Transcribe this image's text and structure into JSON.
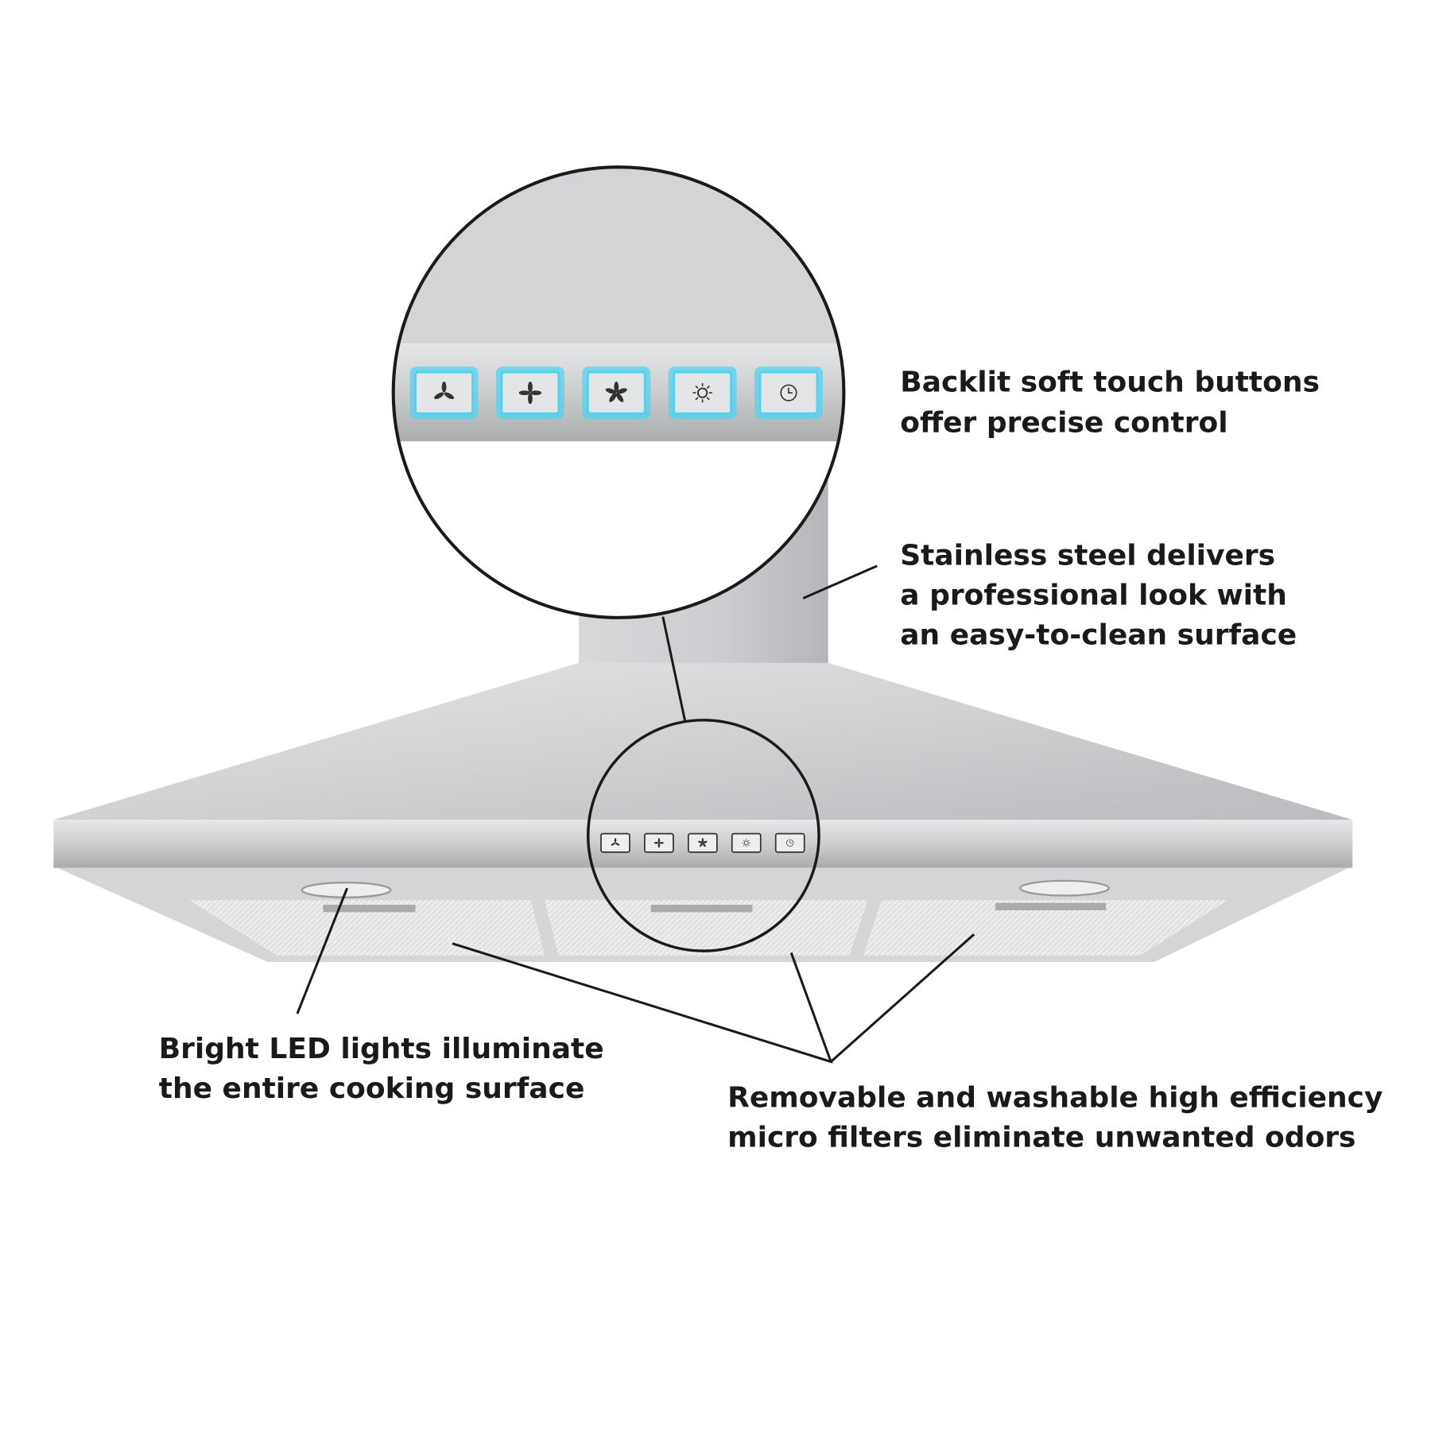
{
  "callouts": {
    "buttons": {
      "line1": "Backlit soft touch buttons",
      "line2": "offer precise control"
    },
    "steel": {
      "line1": "Stainless steel delivers",
      "line2": "a professional look with",
      "line3": "an easy-to-clean surface"
    },
    "lights": {
      "line1": "Bright LED lights illuminate",
      "line2": "the entire cooking surface"
    },
    "filters": {
      "line1": "Removable and washable high efficiency",
      "line2": "micro filters eliminate unwanted odors"
    }
  },
  "control_buttons": [
    {
      "icon": "fan-low-icon"
    },
    {
      "icon": "fan-medium-icon"
    },
    {
      "icon": "fan-high-icon"
    },
    {
      "icon": "light-icon"
    },
    {
      "icon": "timer-icon"
    }
  ],
  "colors": {
    "backlight": "#4fd3f0",
    "steel": "#c9cbcd",
    "text": "#1a1a1a"
  }
}
